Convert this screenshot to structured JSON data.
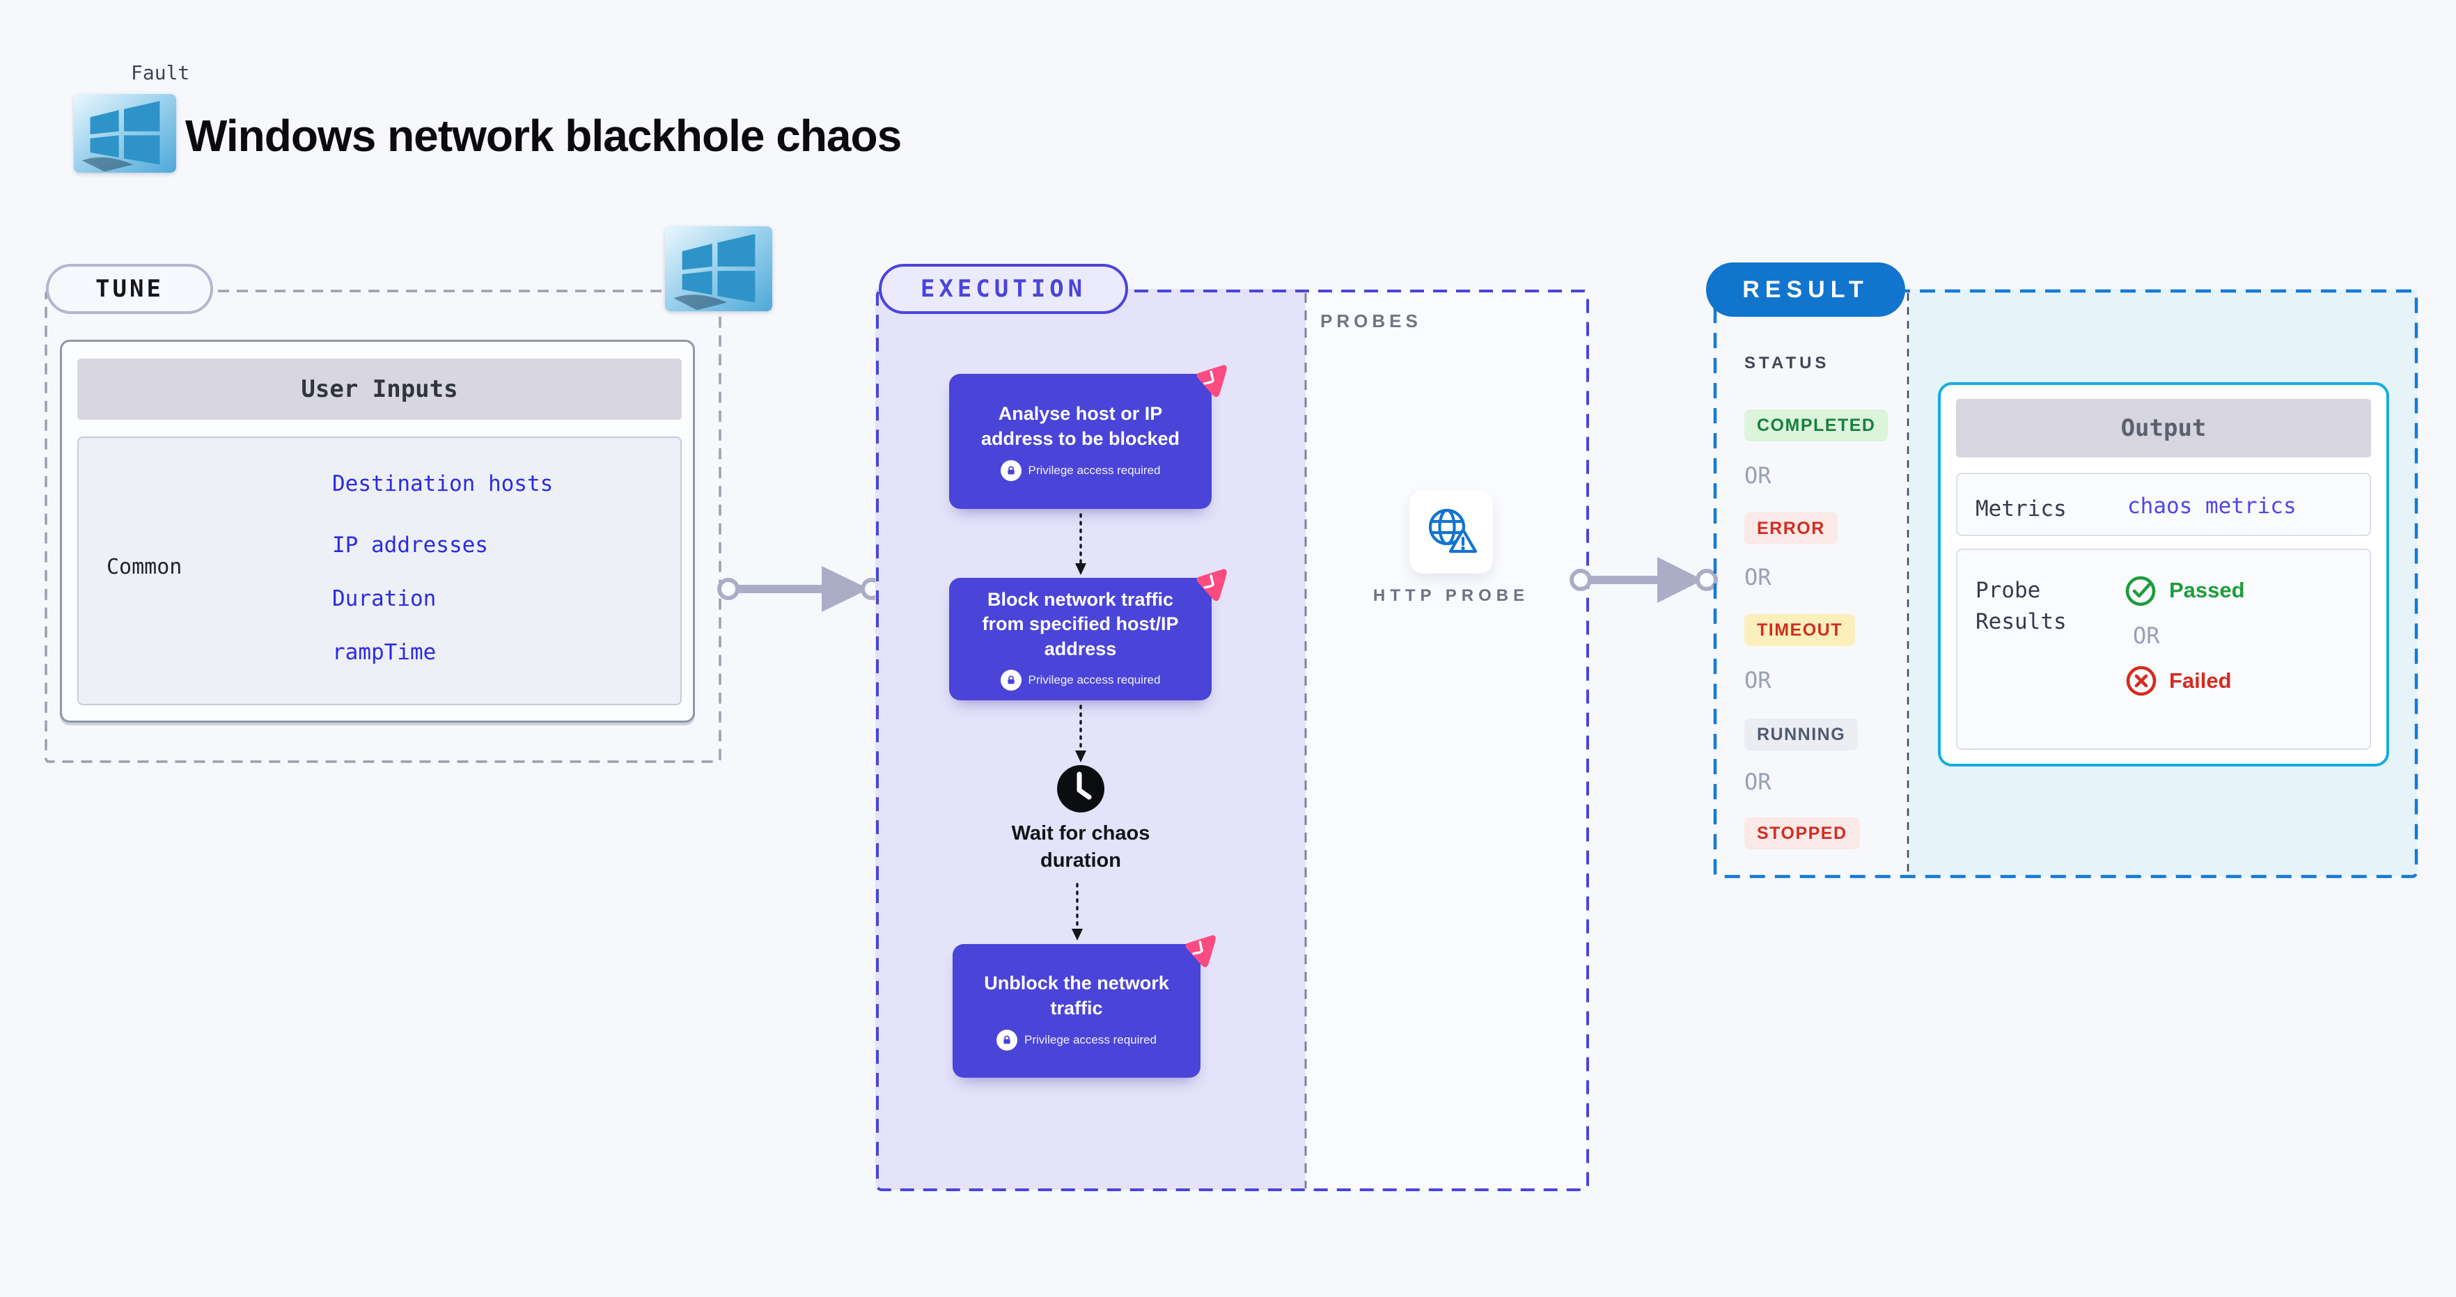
{
  "header": {
    "eyebrow": "Fault",
    "title": "Windows network blackhole chaos"
  },
  "labels": {
    "or": "OR"
  },
  "tune": {
    "badge": "TUNE",
    "user_inputs": {
      "header": "User Inputs",
      "category": "Common",
      "inputs": [
        "Destination hosts",
        "IP addresses",
        "Duration",
        "rampTime"
      ]
    }
  },
  "execution": {
    "badge": "EXECUTION",
    "privilege_note": "Privilege access required",
    "steps": [
      "Analyse host or IP address to be blocked",
      "Block network traffic from specified host/IP address",
      "Unblock the network traffic"
    ],
    "wait_step": "Wait for chaos duration",
    "probes": {
      "heading": "PROBES",
      "probe_label": "HTTP PROBE"
    }
  },
  "result": {
    "badge": "RESULT",
    "status_heading": "STATUS",
    "statuses": [
      "COMPLETED",
      "ERROR",
      "TIMEOUT",
      "RUNNING",
      "STOPPED"
    ],
    "output": {
      "header": "Output",
      "metrics_label": "Metrics",
      "metrics_value": "chaos metrics",
      "probe_results_label": "Probe Results",
      "passed_label": "Passed",
      "failed_label": "Failed"
    }
  },
  "icons": {
    "platform": "windows-logo",
    "step_corner": "chaos-flag",
    "privilege": "lock",
    "wait": "clock",
    "probe": "globe-alert",
    "passed": "check-circle",
    "failed": "x-circle"
  },
  "colors": {
    "accent_indigo": "#4b44da",
    "accent_blue": "#1174cd",
    "accent_cyan": "#15ace0",
    "accent_pink": "#fb4b80",
    "link_blue": "#2b2be2",
    "status_green": "#16813d",
    "status_red": "#cf2d22"
  }
}
